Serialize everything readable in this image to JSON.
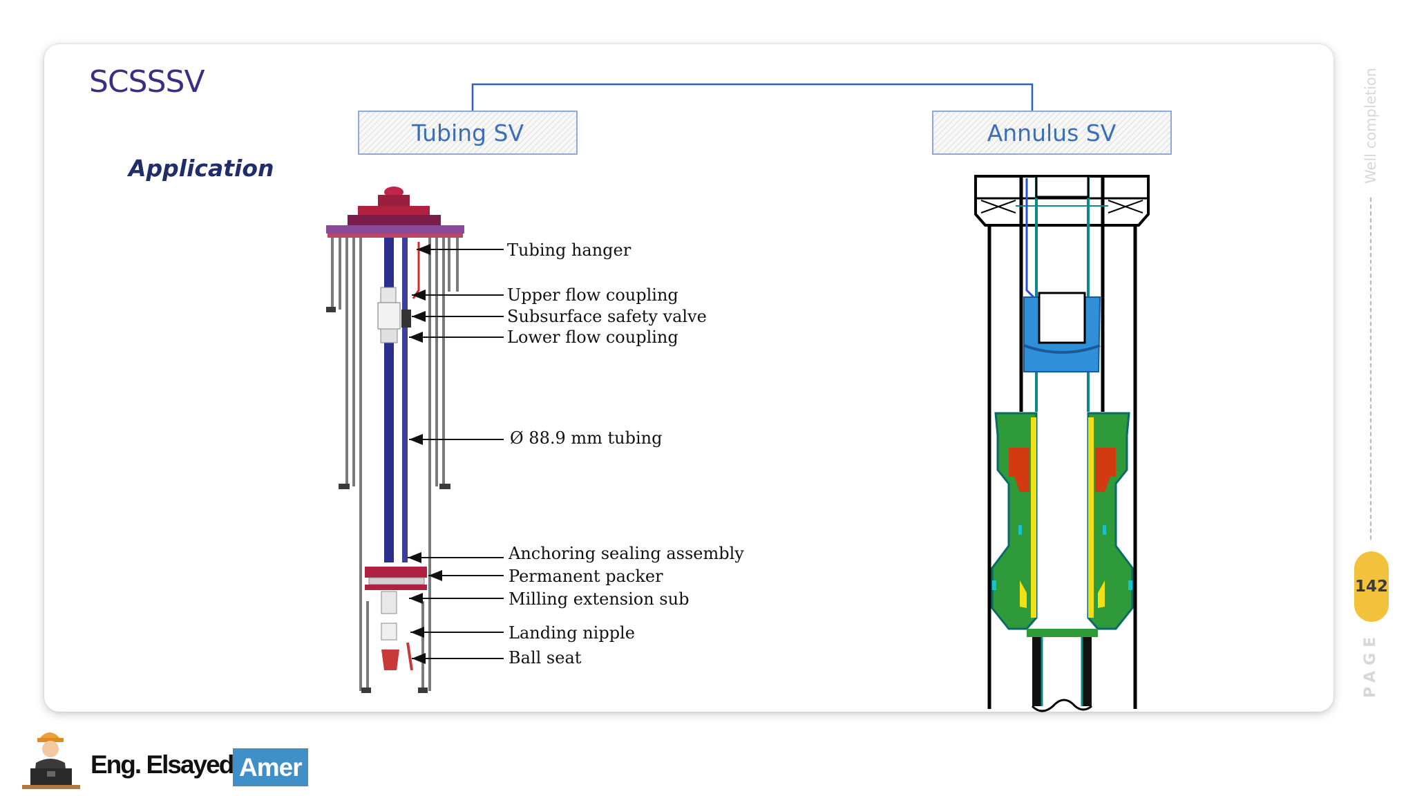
{
  "slide": {
    "title": "SCSSSV",
    "subtitle": "Application",
    "page_number": "142",
    "side_label": "Well completion",
    "page_label": "PAGE"
  },
  "hierarchy": {
    "left_box": "Tubing SV",
    "right_box": "Annulus SV"
  },
  "tubing_diagram": {
    "labels": [
      "Tubing hanger",
      "Upper flow coupling",
      "Subsurface safety valve",
      "Lower flow coupling",
      "Ø 88.9 mm tubing",
      "Anchoring sealing assembly",
      "Permanent packer",
      "Milling extension sub",
      "Landing nipple",
      "Ball seat"
    ]
  },
  "branding": {
    "name": "Eng. Elsayed",
    "highlight": "Amer"
  },
  "colors": {
    "title": "#3b2d82",
    "box_text": "#3a6fb5",
    "connector": "#2f5fb8",
    "page_pill": "#f3c23c",
    "brand_box": "#3f8fc9"
  }
}
